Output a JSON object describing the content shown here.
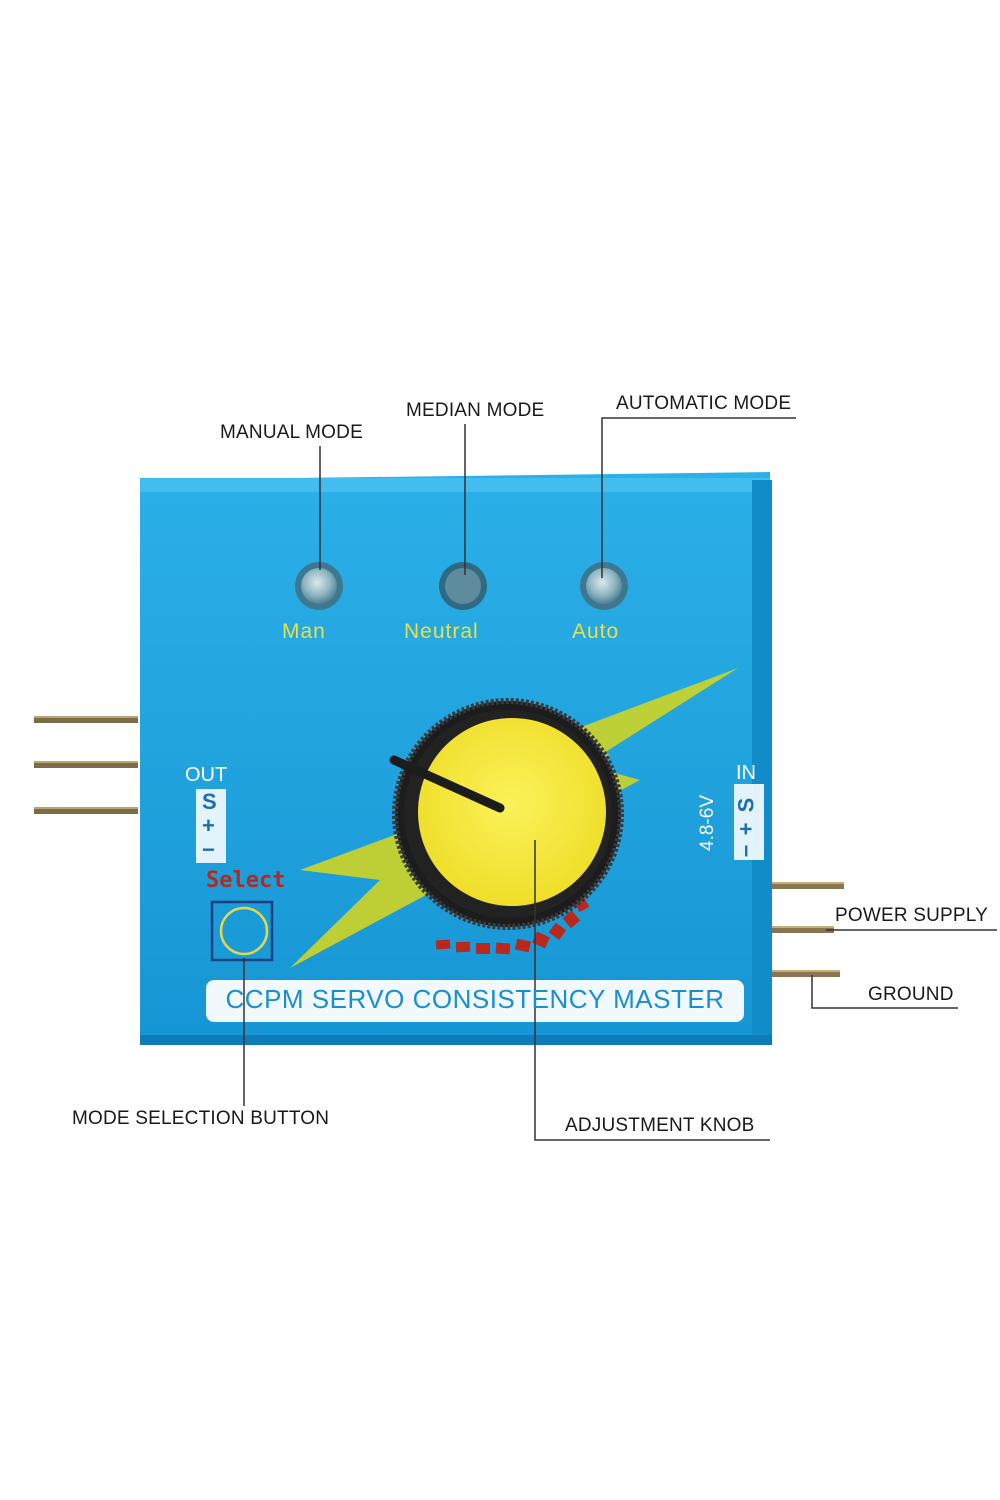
{
  "callouts": {
    "manual_mode": "MANUAL MODE",
    "median_mode": "MEDIAN MODE",
    "automatic_mode": "AUTOMATIC MODE",
    "power_supply": "POWER SUPPLY",
    "ground": "GROUND",
    "mode_selection_button": "MODE SELECTION BUTTON",
    "adjustment_knob": "ADJUSTMENT KNOB"
  },
  "board": {
    "led_labels": [
      "Man",
      "Neutral",
      "Auto"
    ],
    "out_label": "OUT",
    "in_label": "IN",
    "voltage": "4.8-6V",
    "pin_s": "S",
    "pin_plus": "+",
    "pin_minus": "−",
    "select_label": "Select",
    "product_name": "CCPM SERVO CONSISTENCY MASTER"
  },
  "colors": {
    "board_blue": "#1aa0dc",
    "board_edge": "#0f86c4",
    "lightning_yellow": "#c9d42a",
    "knob_yellow": "#f7ec3a",
    "knob_black": "#1c1c1c",
    "label_yellow": "#e8e04a",
    "select_red": "#b8281c",
    "pin_metal": "#8a7a55"
  }
}
